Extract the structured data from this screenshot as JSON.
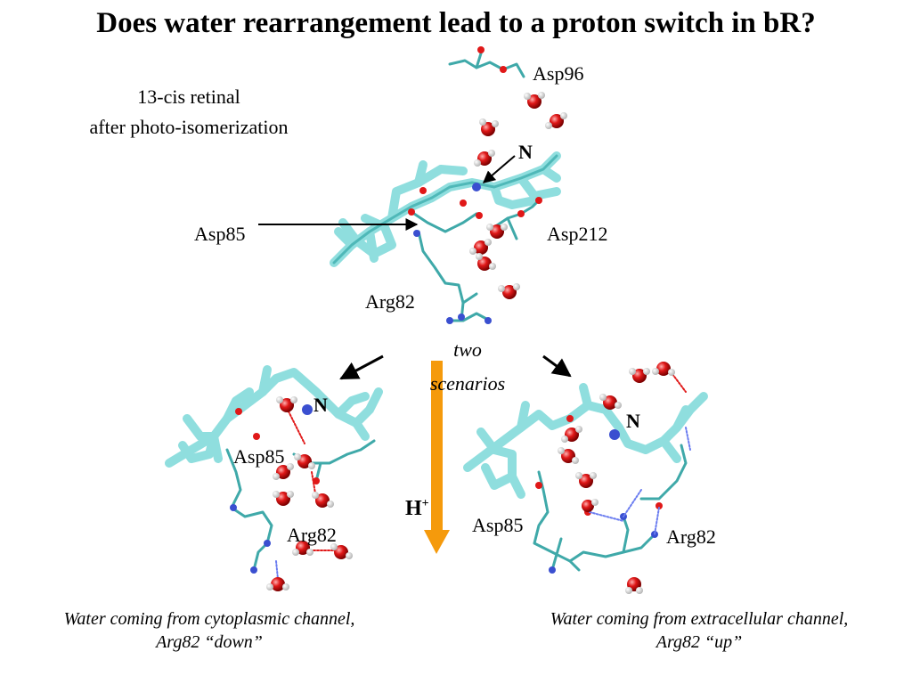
{
  "title": "Does water rearrangement lead to a proton switch in bR?",
  "top_note": [
    "13-cis retinal",
    "after photo-isomerization"
  ],
  "top_labels": {
    "asp96": "Asp96",
    "n": "N",
    "asp85": "Asp85",
    "asp212": "Asp212",
    "arg82": "Arg82"
  },
  "center": {
    "two": "two",
    "scenarios": "scenarios",
    "proton": "H",
    "proton_sup": "+"
  },
  "left_panel": {
    "n": "N",
    "asp85": "Asp85",
    "arg82": "Arg82",
    "caption": [
      "Water coming from cytoplasmic channel,",
      "Arg82 “down”"
    ]
  },
  "right_panel": {
    "n": "N",
    "asp85": "Asp85",
    "arg82": "Arg82",
    "caption": [
      "Water coming from extracellular channel,",
      "Arg82 “up”"
    ]
  },
  "colors": {
    "carbon": "#8fdede",
    "carbon_dark": "#3fa9a9",
    "oxygen": "#e01818",
    "nitrogen": "#3a4fd0",
    "hydrogen": "#f2f2f2",
    "arrow_orange": "#f59a0c"
  }
}
